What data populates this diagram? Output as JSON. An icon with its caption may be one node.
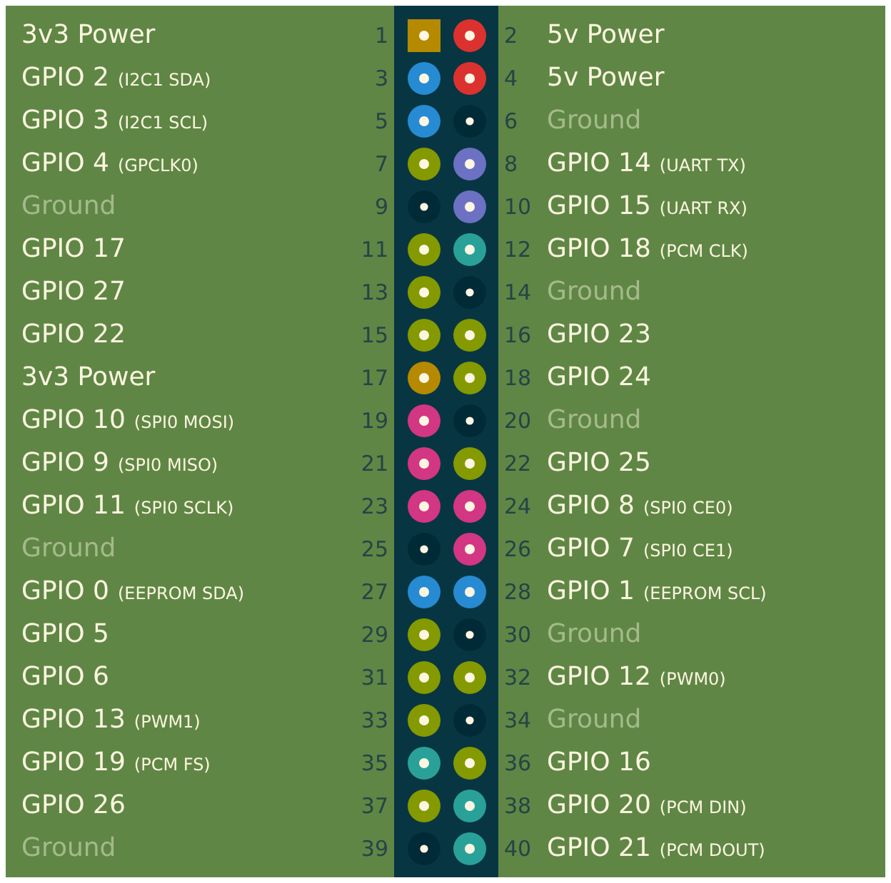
{
  "diagram": {
    "nodes": [
      {
        "text": [],
        "shape": "box",
        "beside": [
          "1"
        ]
      },
      {
        "text": [],
        "shape": "circle",
        "beside": [
          "2",
          "5v Power"
        ]
      },
      {
        "text": [],
        "shape": "circle",
        "beside": [
          "3"
        ]
      },
      {
        "text": [],
        "shape": "circle",
        "beside": [
          "4",
          "5v Power"
        ]
      },
      {
        "text": [],
        "shape": "circle",
        "beside": [
          "5"
        ]
      },
      {
        "text": [],
        "shape": "circle",
        "beside": [
          "6",
          "Ground"
        ]
      },
      {
        "text": [],
        "shape": "circle",
        "beside": [
          "7"
        ]
      },
      {
        "text": [],
        "shape": "circle",
        "beside": [
          "8",
          "GPIO 14",
          "(UART TX)"
        ]
      },
      {
        "text": [],
        "shape": "circle",
        "beside": [
          "9"
        ]
      },
      {
        "text": [],
        "shape": "circle",
        "beside": [
          "10",
          "GPIO 15",
          "(UART RX)"
        ]
      },
      {
        "text": [],
        "shape": "circle",
        "beside": [
          "11"
        ]
      },
      {
        "text": [],
        "shape": "circle",
        "beside": [
          "12",
          "GPIO 18",
          "(PCM CLK)"
        ]
      },
      {
        "text": [],
        "shape": "circle",
        "beside": [
          "13"
        ]
      },
      {
        "text": [],
        "shape": "circle",
        "beside": [
          "14",
          "Ground"
        ]
      },
      {
        "text": [],
        "shape": "circle",
        "beside": [
          "15"
        ]
      },
      {
        "text": [],
        "shape": "circle",
        "beside": [
          "16",
          "GPIO 23"
        ]
      },
      {
        "text": [],
        "shape": "circle",
        "beside": [
          "17"
        ]
      },
      {
        "text": [],
        "shape": "circle",
        "beside": [
          "18",
          "GPIO 24"
        ]
      },
      {
        "text": [],
        "shape": "circle",
        "beside": [
          "19"
        ]
      },
      {
        "text": [],
        "shape": "circle",
        "beside": [
          "20",
          "Ground"
        ]
      },
      {
        "text": [],
        "shape": "circle",
        "beside": [
          "21"
        ]
      },
      {
        "text": [],
        "shape": "circle",
        "beside": [
          "22",
          "GPIO 25"
        ]
      },
      {
        "text": [],
        "shape": "circle",
        "beside": [
          "23"
        ]
      },
      {
        "text": [],
        "shape": "circle",
        "beside": [
          "24",
          "GPIO 8",
          "(SPI0 CE0)"
        ]
      },
      {
        "text": [],
        "shape": "circle",
        "beside": [
          "25"
        ]
      },
      {
        "text": [],
        "shape": "circle",
        "beside": [
          "26",
          "GPIO 7",
          "(SPI0 CE1)"
        ]
      },
      {
        "text": [],
        "shape": "circle",
        "beside": [
          "27"
        ]
      },
      {
        "text": [],
        "shape": "circle",
        "beside": [
          "28",
          "GPIO 1",
          "(EEPROM SCL)"
        ]
      },
      {
        "text": [],
        "shape": "circle",
        "beside": [
          "29"
        ]
      },
      {
        "text": [],
        "shape": "circle",
        "beside": [
          "30",
          "Ground"
        ]
      },
      {
        "text": [],
        "shape": "circle",
        "beside": [
          "31"
        ]
      },
      {
        "text": [],
        "shape": "circle",
        "beside": [
          "32",
          "GPIO 12",
          "(PWM0)"
        ]
      },
      {
        "text": [],
        "shape": "circle",
        "beside": [
          "33"
        ]
      },
      {
        "text": [],
        "shape": "circle",
        "beside": [
          "34",
          "Ground"
        ]
      },
      {
        "text": [],
        "shape": "circle",
        "beside": [
          "35"
        ]
      },
      {
        "text": [],
        "shape": "circle",
        "beside": [
          "36",
          "GPIO 16"
        ]
      },
      {
        "text": [],
        "shape": "circle",
        "beside": [
          "37"
        ]
      },
      {
        "text": [],
        "shape": "circle",
        "beside": [
          "38",
          "GPIO 20",
          "(PCM DIN)"
        ]
      },
      {
        "text": [],
        "shape": "circle",
        "beside": [
          "39"
        ]
      },
      {
        "text": [],
        "shape": "circle",
        "beside": [
          "40",
          "GPIO 21",
          "(PCM DOUT)"
        ]
      }
    ],
    "labels": [
      "3v3 Power",
      "GPIO 2",
      "(I2C1 SDA)",
      "GPIO 3",
      "(I2C1 SCL)",
      "GPIO 4",
      "(GPCLK0)",
      "Ground",
      "GPIO 17",
      "GPIO 27",
      "GPIO 22",
      "3v3 Power",
      "GPIO 10",
      "(SPI0 MOSI)",
      "GPIO 9",
      "(SPI0 MISO)",
      "GPIO 11",
      "(SPI0 SCLK)",
      "Ground",
      "GPIO 0",
      "(EEPROM SDA)",
      "GPIO 5",
      "GPIO 6",
      "GPIO 13",
      "(PWM1)",
      "GPIO 19",
      "(PCM FS)",
      "GPIO 26",
      "Ground"
    ]
  }
}
